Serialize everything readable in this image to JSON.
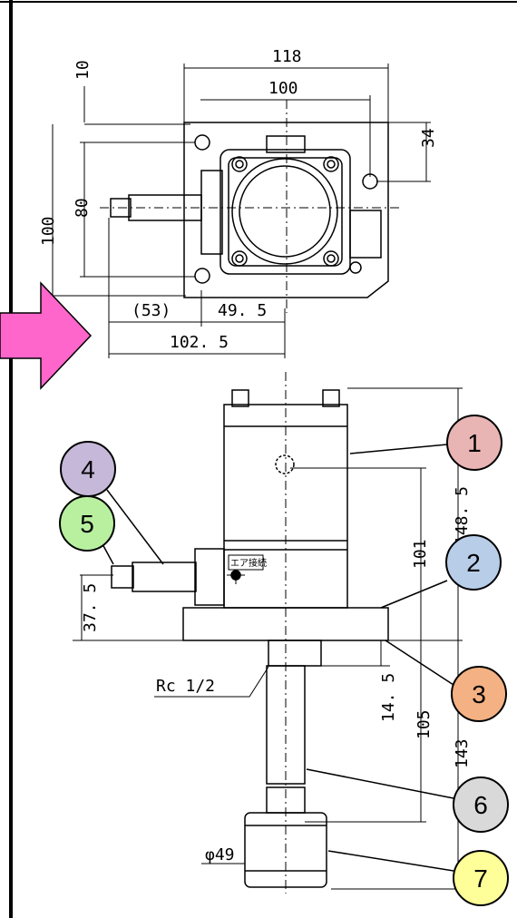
{
  "top_view": {
    "dims": {
      "d118": "118",
      "d100_top": "100",
      "d10": "10",
      "d100_side": "100",
      "d80": "80",
      "d34": "34",
      "d53": "(53)",
      "d49_5": "49. 5",
      "d102_5": "102. 5"
    }
  },
  "front_view": {
    "dims": {
      "d148_5": "148. 5",
      "d101": "101",
      "d37_5": "37. 5",
      "d14_5": "14. 5",
      "d105": "105",
      "d143": "143",
      "d_phi49": "φ49",
      "rc": "Rc 1/2"
    },
    "label_air_inlet": "エア接続"
  },
  "callouts": [
    {
      "num": "1",
      "color": "#e8b4b4"
    },
    {
      "num": "2",
      "color": "#b8cde8"
    },
    {
      "num": "3",
      "color": "#f4b183"
    },
    {
      "num": "4",
      "color": "#c5b8d9"
    },
    {
      "num": "5",
      "color": "#b8f0a0"
    },
    {
      "num": "6",
      "color": "#d9d9d9"
    },
    {
      "num": "7",
      "color": "#ffff99"
    }
  ],
  "arrow_color": "#ff66cc"
}
